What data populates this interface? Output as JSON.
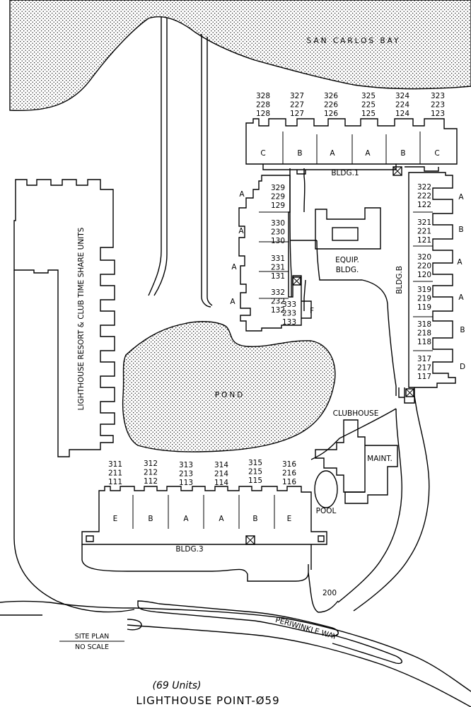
{
  "water": {
    "bay": "SAN CARLOS BAY",
    "pond": "POND"
  },
  "bldg1": {
    "label": "BLDG.1",
    "units": [
      {
        "numbers": [
          "328",
          "228",
          "128"
        ],
        "type": "C"
      },
      {
        "numbers": [
          "327",
          "227",
          "127"
        ],
        "type": "B"
      },
      {
        "numbers": [
          "326",
          "226",
          "126"
        ],
        "type": "A"
      },
      {
        "numbers": [
          "325",
          "225",
          "125"
        ],
        "type": "A"
      },
      {
        "numbers": [
          "324",
          "224",
          "124"
        ],
        "type": "B"
      },
      {
        "numbers": [
          "323",
          "223",
          "123"
        ],
        "type": "C"
      }
    ]
  },
  "bldgA": {
    "units": [
      {
        "numbers": [
          "329",
          "229",
          "129"
        ],
        "type": "A"
      },
      {
        "numbers": [
          "330",
          "230",
          "130"
        ],
        "type": "A"
      },
      {
        "numbers": [
          "331",
          "231",
          "131"
        ],
        "type": "A"
      },
      {
        "numbers": [
          "332",
          "232",
          "132"
        ],
        "type": "A"
      },
      {
        "numbers": [
          "333",
          "233",
          "133"
        ],
        "type": "F"
      }
    ]
  },
  "bldgB": {
    "label": "BLDG.B",
    "units": [
      {
        "numbers": [
          "322",
          "222",
          "122"
        ],
        "type": "A"
      },
      {
        "numbers": [
          "321",
          "221",
          "121"
        ],
        "type": "B"
      },
      {
        "numbers": [
          "320",
          "220",
          "120"
        ],
        "type": "A"
      },
      {
        "numbers": [
          "319",
          "219",
          "119"
        ],
        "type": "A"
      },
      {
        "numbers": [
          "318",
          "218",
          "118"
        ],
        "type": "B"
      },
      {
        "numbers": [
          "317",
          "217",
          "117"
        ],
        "type": "D"
      }
    ]
  },
  "bldg3": {
    "label": "BLDG.3",
    "units": [
      {
        "numbers": [
          "311",
          "211",
          "111"
        ],
        "type": "E"
      },
      {
        "numbers": [
          "312",
          "212",
          "112"
        ],
        "type": "B"
      },
      {
        "numbers": [
          "313",
          "213",
          "113"
        ],
        "type": "A"
      },
      {
        "numbers": [
          "314",
          "214",
          "114"
        ],
        "type": "A"
      },
      {
        "numbers": [
          "315",
          "215",
          "115"
        ],
        "type": "B"
      },
      {
        "numbers": [
          "316",
          "216",
          "116"
        ],
        "type": "E"
      }
    ]
  },
  "facilities": {
    "equip": [
      "EQUIP.",
      "BLDG."
    ],
    "clubhouse": "CLUBHOUSE",
    "maint": "MAINT.",
    "pool": "POOL",
    "timeshare": "LIGHTHOUSE RESORT & CLUB TIME SHARE UNITS"
  },
  "roads": {
    "street": "PERIWINKLE WAY",
    "address": "200"
  },
  "legend": {
    "site_plan": "SITE PLAN",
    "scale": "NO SCALE"
  },
  "title": {
    "units": "(69 Units)",
    "name": "LIGHTHOUSE POINT-Ø59"
  }
}
